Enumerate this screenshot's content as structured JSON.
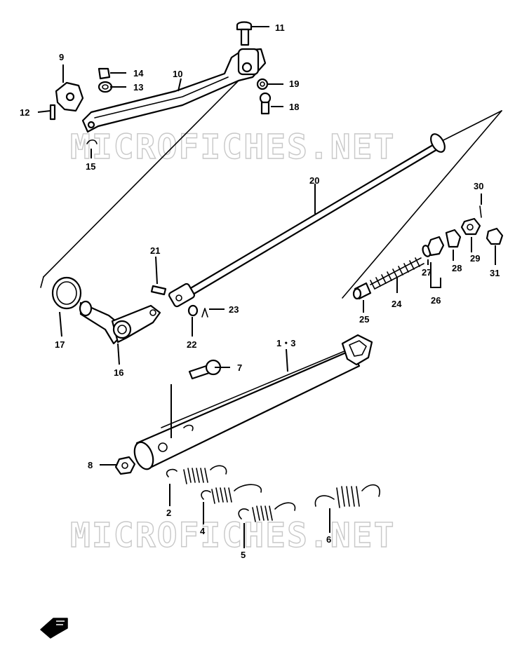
{
  "watermark": {
    "top_text": "MICROFICHES.NET",
    "bottom_text": "MICROFICHES.NET"
  },
  "callouts": {
    "c1_3": "1・3",
    "c2": "2",
    "c4": "4",
    "c5": "5",
    "c6": "6",
    "c7": "7",
    "c8": "8",
    "c9": "9",
    "c10": "10",
    "c11": "11",
    "c12": "12",
    "c13": "13",
    "c14": "14",
    "c15": "15",
    "c16": "16",
    "c17": "17",
    "c18": "18",
    "c19": "19",
    "c20": "20",
    "c21": "21",
    "c22": "22",
    "c23": "23",
    "c24": "24",
    "c25": "25",
    "c26": "26",
    "c27": "27",
    "c28": "28",
    "c29": "29",
    "c30": "30",
    "c31": "31"
  },
  "colors": {
    "line": "#000000",
    "background": "#ffffff",
    "watermark": "#c8c8c8"
  },
  "icons": {
    "front_arrow": "front-direction-arrow-icon"
  }
}
